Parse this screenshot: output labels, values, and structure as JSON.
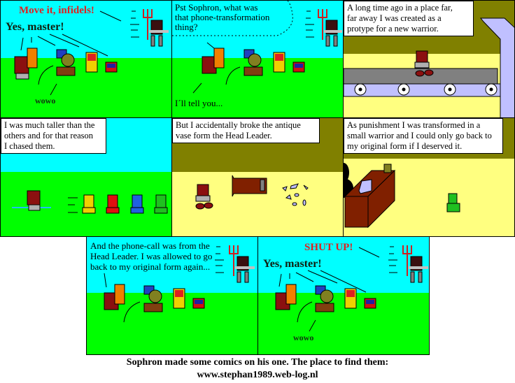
{
  "panels": [
    {
      "id": 1,
      "shout_leader": "Move it, infidels!",
      "shout_group": "Yes, master!",
      "sfx": "wowo"
    },
    {
      "id": 2,
      "speech_top": "Pst Sophron, what was\nthat phone-transformation\nthing?",
      "speech_bottom": "I´ll tell you..."
    },
    {
      "id": 3,
      "caption": "A long time ago in a place far,\nfar away I was created as a\nprotype for a new warrior."
    },
    {
      "id": 4,
      "caption": "I was much taller than the\nothers and for that reason\nI chased them."
    },
    {
      "id": 5,
      "caption": "But I accidentally broke the antique\nvase form the Head Leader."
    },
    {
      "id": 6,
      "caption": "As punishment I was transformed in a\nsmall warrior and I could only go back to\nmy original form if I deserved it."
    },
    {
      "id": 7,
      "caption": "And the phone-call was from the\nHead Leader. I was allowed to go\nback to my original form again..."
    },
    {
      "id": 8,
      "shout_leader": "SHUT UP!",
      "shout_group": "Yes, master!",
      "sfx": "wowo"
    }
  ],
  "footer": {
    "line1": "Sophron made some comics on his one. The place to find them:",
    "line2": "www.stephan1989.web-log.nl"
  },
  "colors": {
    "sky": "#00ffff",
    "grass": "#00ff00",
    "wall": "#808000",
    "floor": "#ffff80",
    "shout_red": "#e02020"
  }
}
